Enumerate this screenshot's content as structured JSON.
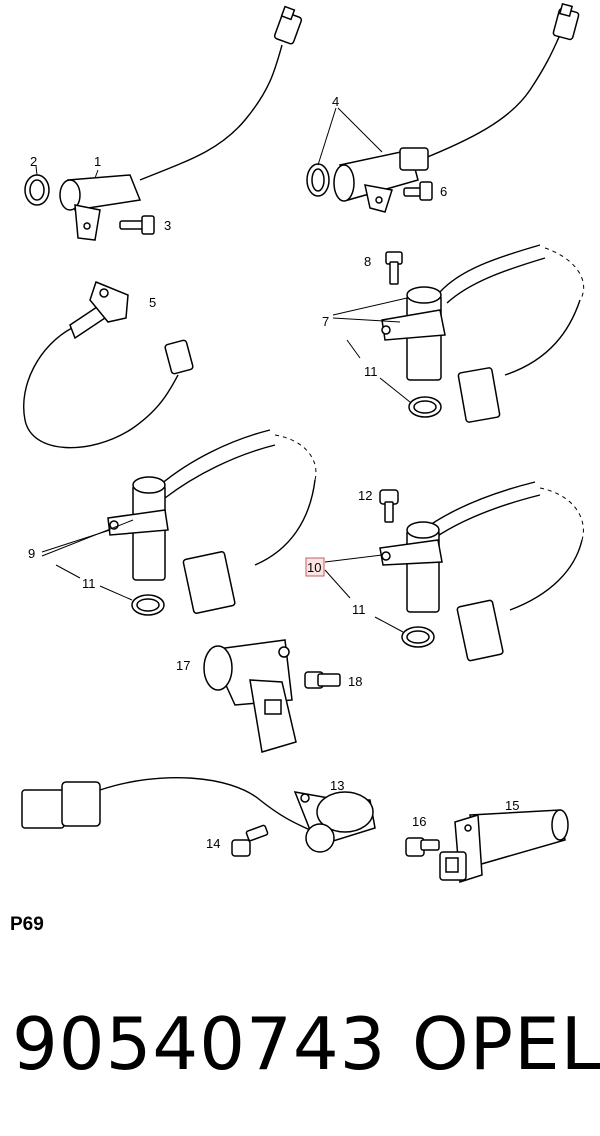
{
  "diagram": {
    "callouts": {
      "c1": "1",
      "c2": "2",
      "c3": "3",
      "c4": "4",
      "c5": "5",
      "c6": "6",
      "c7": "7",
      "c8": "8",
      "c9": "9",
      "c10": "10",
      "c11a": "11",
      "c11b": "11",
      "c11c": "11",
      "c12": "12",
      "c13": "13",
      "c14": "14",
      "c15": "15",
      "c16": "16",
      "c17": "17",
      "c18": "18"
    },
    "highlighted_callout": "10"
  },
  "footer": {
    "sheet_code": "P69",
    "part_number": "90540743",
    "brand": "OPEL"
  }
}
